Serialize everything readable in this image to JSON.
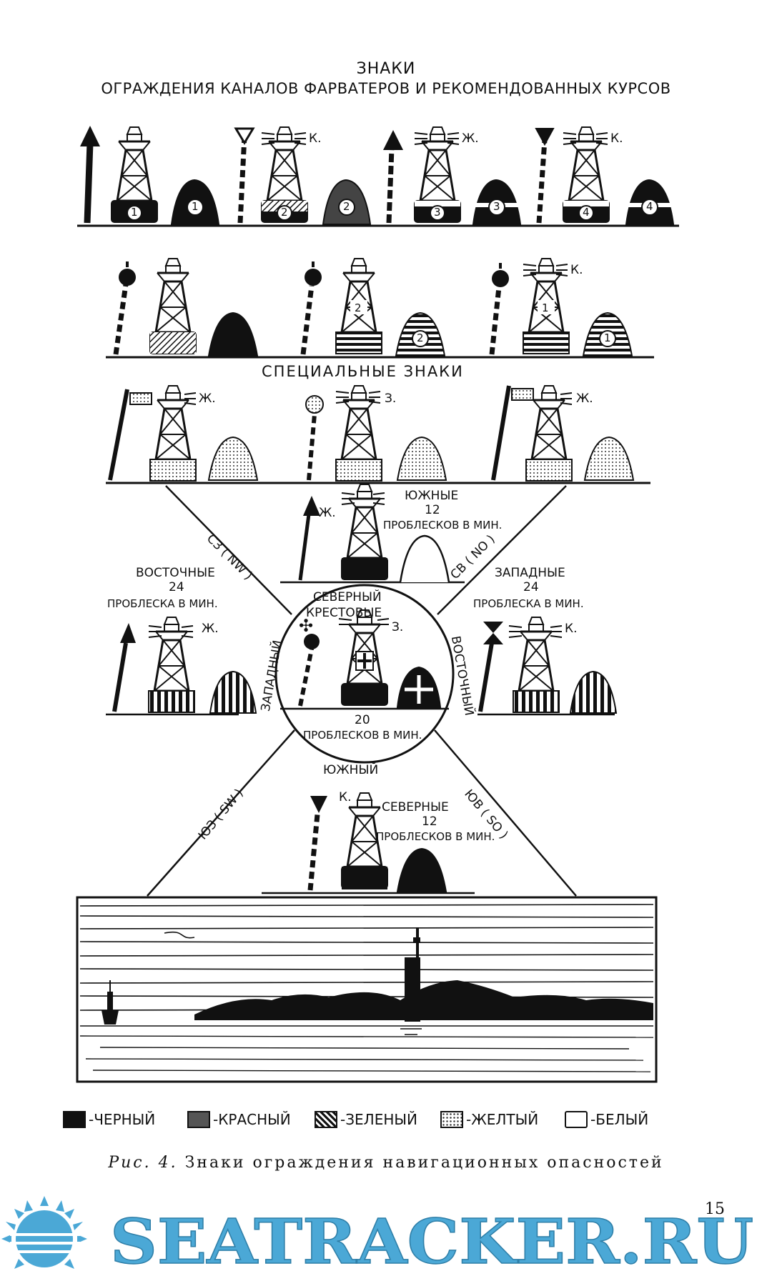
{
  "header": {
    "title_line1": "ЗНАКИ",
    "title_line2": "ОГРАЖДЕНИЯ  КАНАЛОВ  ФАРВАТЕРОВ  И  РЕКОМЕНДОВАННЫХ  КУРСОВ"
  },
  "row1": {
    "markers": [
      "1",
      "1",
      "2",
      "2",
      "3",
      "3",
      "4",
      "4"
    ],
    "light_labels": [
      "К.",
      "Ж.",
      "К."
    ]
  },
  "row2": {
    "markers": [
      "2",
      "2",
      "1",
      "1"
    ],
    "light_labels": [
      "К."
    ]
  },
  "special": {
    "heading": "СПЕЦИАЛЬНЫЕ     ЗНАКИ",
    "light_labels": [
      "Ж.",
      "З.",
      "Ж."
    ]
  },
  "cardinal": {
    "south": {
      "name": "ЮЖНЫЕ",
      "count": "12",
      "flashes": "ПРОБЛЕСКОВ В МИН.",
      "light": "Ж."
    },
    "east": {
      "name": "ВОСТОЧНЫЕ",
      "count": "24",
      "flashes": "ПРОБЛЕСКА В МИН.",
      "light": "Ж."
    },
    "west": {
      "name": "ЗАПАДНЫЕ",
      "count": "24",
      "flashes": "ПРОБЛЕСКА В МИН.",
      "light": "К."
    },
    "north": {
      "name": "СЕВЕРНЫЕ",
      "count": "12",
      "flashes": "ПРОБЛЕСКОВ В МИН.",
      "light": "К."
    },
    "center": {
      "name": "КРЕСТОВЫЕ",
      "count": "20",
      "flashes": "ПРОБЛЕСКОВ В МИН.",
      "light": "З."
    },
    "sector_north": "СЕВЕРНЫЙ",
    "sector_south": "ЮЖНЫЙ",
    "sector_west": "ЗАПАДНЫЙ",
    "sector_east": "ВОСТОЧНЫЙ",
    "dir_nw": "СЗ ( NW )",
    "dir_ne": "СВ ( NO )",
    "dir_sw": "ЮЗ ( SW )",
    "dir_se": "ЮВ ( SO )"
  },
  "legend": [
    {
      "label": "-ЧЕРНЫЙ",
      "color": "#111111"
    },
    {
      "label": "-КРАСНЫЙ",
      "color": "#555555"
    },
    {
      "label": "-ЗЕЛЕНЫЙ",
      "color": "#888888"
    },
    {
      "label": "-ЖЕЛТЫЙ",
      "color": "#cccccc"
    },
    {
      "label": "-БЕЛЫЙ",
      "color": "#ffffff"
    }
  ],
  "caption": {
    "prefix": "Рис. 4.",
    "text": " Знаки ограждения навигационных опасностей"
  },
  "page_number": "15",
  "watermark": {
    "text": "SEATRACKER.RU",
    "color": "#4ba8d6"
  }
}
